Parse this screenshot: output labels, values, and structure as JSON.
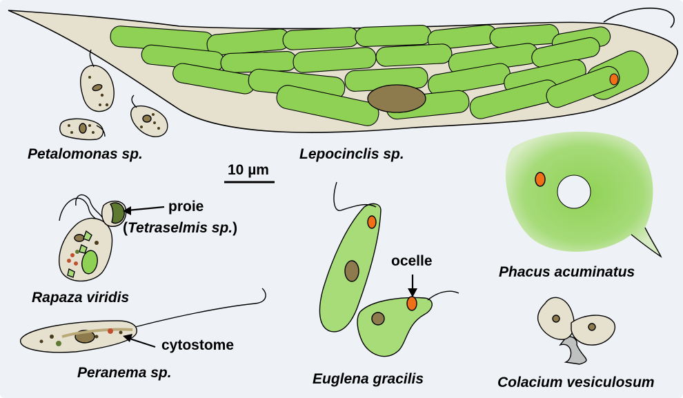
{
  "colors": {
    "background": "#eef1f6",
    "cell_body": "#e6e1cf",
    "cell_outline": "#000000",
    "chloroplast": "#8fd154",
    "chloroplast_light": "#a8dc78",
    "nucleus": "#8d7b4d",
    "eyespot": "#f07018",
    "food_vacuole_dark": "#5e7a30",
    "food_vacuole_red": "#c05030"
  },
  "labels": {
    "petalomonas": "Petalomonas sp.",
    "lepocinclis": "Lepocinclis sp.",
    "scale_bar": "10 µm",
    "proie": "proie",
    "tetraselmis_open": "(",
    "tetraselmis_name": "Tetraselmis sp.",
    "tetraselmis_close": ")",
    "rapaza": "Rapaza viridis",
    "cytostome": "cytostome",
    "peranema": "Peranema sp.",
    "ocelle": "ocelle",
    "euglena": "Euglena gracilis",
    "phacus": "Phacus acuminatus",
    "colacium": "Colacium vesiculosum"
  }
}
